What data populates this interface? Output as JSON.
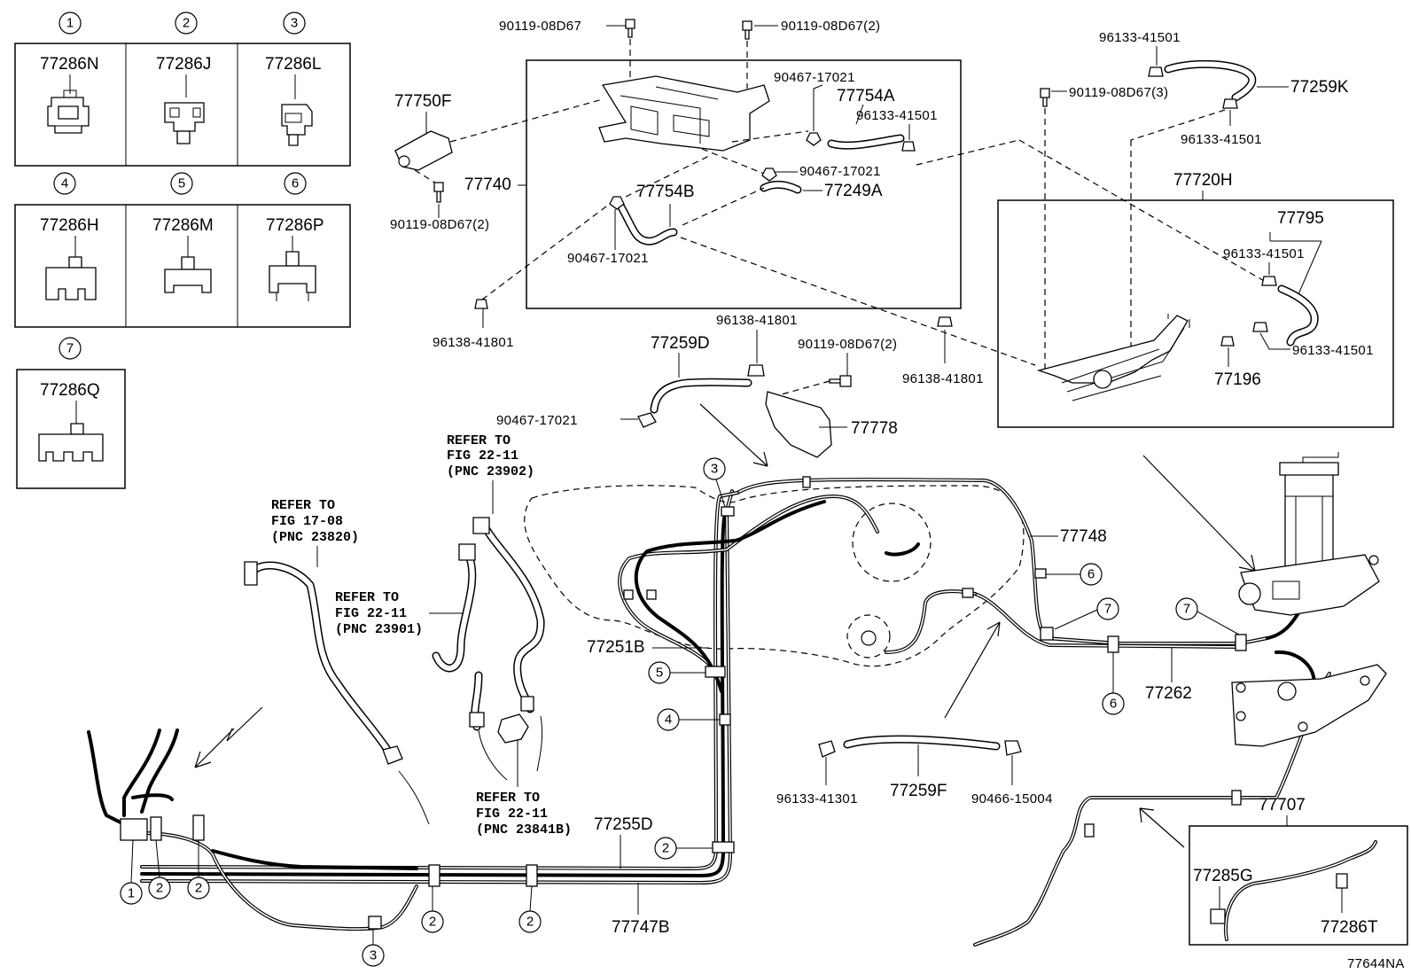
{
  "diagram_id": "77644NA",
  "callouts": [
    {
      "num": "1",
      "part": "77286N"
    },
    {
      "num": "2",
      "part": "77286J"
    },
    {
      "num": "3",
      "part": "77286L"
    },
    {
      "num": "4",
      "part": "77286H"
    },
    {
      "num": "5",
      "part": "77286M"
    },
    {
      "num": "6",
      "part": "77286P"
    },
    {
      "num": "7",
      "part": "77286Q"
    }
  ],
  "parts": {
    "p90119_08d67": "90119-08D67",
    "p90119_08d67_2a": "90119-08D67(2)",
    "p90119_08d67_2b": "90119-08D67(2)",
    "p90119_08d67_2c": "90119-08D67(2)",
    "p90119_08d67_3": "90119-08D67(3)",
    "p77750f": "77750F",
    "p77740": "77740",
    "p90467_17021_a": "90467-17021",
    "p90467_17021_b": "90467-17021",
    "p90467_17021_c": "90467-17021",
    "p90467_17021_d": "90467-17021",
    "p77754a": "77754A",
    "p77754b": "77754B",
    "p77249a": "77249A",
    "p96133_41501_a": "96133-41501",
    "p96133_41501_b": "96133-41501",
    "p96133_41501_c": "96133-41501",
    "p96133_41501_d": "96133-41501",
    "p96133_41501_e": "96133-41501",
    "p77259k": "77259K",
    "p77720h": "77720H",
    "p77795": "77795",
    "p77196": "77196",
    "p96138_41801_a": "96138-41801",
    "p96138_41801_b": "96138-41801",
    "p96138_41801_c": "96138-41801",
    "p77259d": "77259D",
    "p77778": "77778",
    "p77748": "77748",
    "p77251b": "77251B",
    "p77262": "77262",
    "p96133_41301": "96133-41301",
    "p77259f": "77259F",
    "p90466_15004": "90466-15004",
    "p77707": "77707",
    "p77285g": "77285G",
    "p77286t": "77286T",
    "p77255d": "77255D",
    "p77747b": "77747B"
  },
  "notes": {
    "n1": [
      "REFER TO",
      "FIG 22-11",
      "(PNC 23902)"
    ],
    "n2": [
      "REFER TO",
      "FIG 17-08",
      "(PNC 23820)"
    ],
    "n3": [
      "REFER TO",
      "FIG 22-11",
      "(PNC 23901)"
    ],
    "n4": [
      "REFER TO",
      "FIG 22-11",
      "(PNC 23841B)"
    ]
  },
  "labels": {
    "c3_top": "3",
    "c6_a": "6",
    "c7_a": "7",
    "c7_b": "7",
    "c6_b": "6",
    "c5": "5",
    "c4": "4",
    "c2_mid": "2",
    "c1_bot": "1",
    "c2_bot1": "2",
    "c2_bot2": "2",
    "c2_bot3": "2",
    "c2_bot4": "2",
    "c3_bot": "3"
  }
}
